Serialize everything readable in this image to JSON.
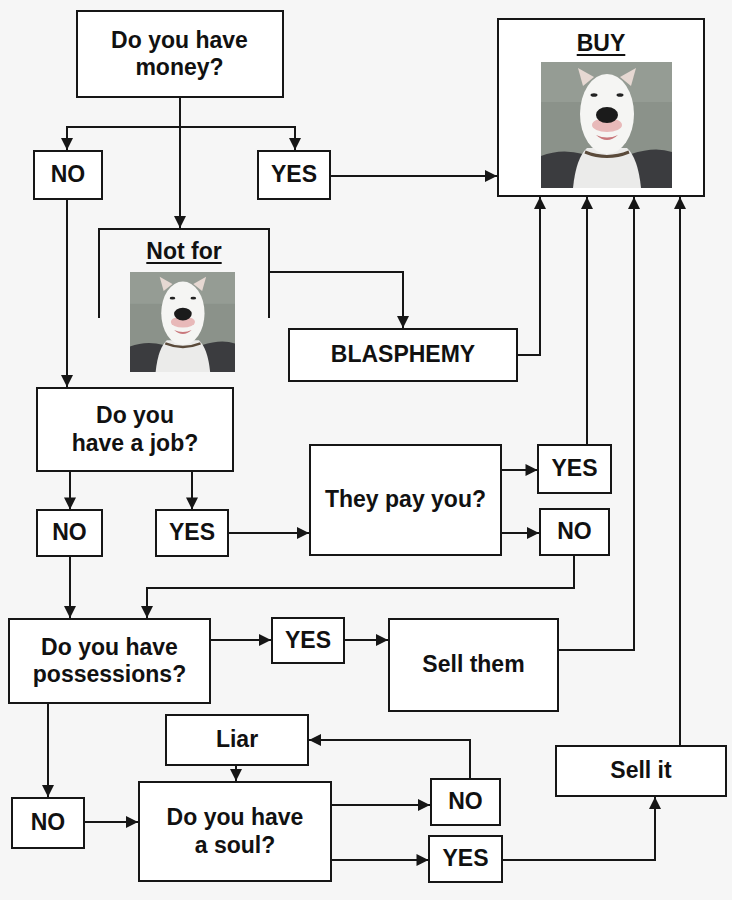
{
  "diagram": {
    "nodes": [
      {
        "text": [
          "Do you have money?"
        ]
      },
      {
        "text": [
          "BUY"
        ]
      },
      {
        "text": [
          "NO"
        ]
      },
      {
        "text": [
          "YES"
        ]
      },
      {
        "text": [
          "Not for"
        ]
      },
      {
        "text": [
          "BLASPHEMY"
        ]
      },
      {
        "text": [
          "Do you have a job?"
        ]
      },
      {
        "text": [
          "NO"
        ]
      },
      {
        "text": [
          "YES"
        ]
      },
      {
        "text": [
          "They pay you?"
        ]
      },
      {
        "text": [
          "YES"
        ]
      },
      {
        "text": [
          "NO"
        ]
      },
      {
        "text": [
          "Do you have possessions?"
        ]
      },
      {
        "text": [
          "YES"
        ]
      },
      {
        "text": [
          "Sell them"
        ]
      },
      {
        "text": [
          "Liar"
        ]
      },
      {
        "text": [
          "Sell it"
        ]
      },
      {
        "text": [
          "NO"
        ]
      },
      {
        "text": [
          "Do you have a soul?"
        ]
      },
      {
        "text": [
          "NO"
        ]
      },
      {
        "text": [
          "YES"
        ]
      }
    ],
    "edges": [
      {
        "from": 0,
        "to": 2,
        "arrow": "to"
      },
      {
        "from": 0,
        "to": 4,
        "arrow": "to"
      },
      {
        "from": 0,
        "to": 3,
        "arrow": "to"
      },
      {
        "from": 3,
        "to": 1,
        "arrow": "to"
      },
      {
        "from": 4,
        "to": 5,
        "arrow": "to"
      },
      {
        "from": 5,
        "to": 1,
        "arrow": "to"
      },
      {
        "from": 2,
        "to": 6,
        "arrow": "to"
      },
      {
        "from": 6,
        "to": 7,
        "arrow": "to"
      },
      {
        "from": 6,
        "to": 8,
        "arrow": "to"
      },
      {
        "from": 8,
        "to": 9,
        "arrow": "to"
      },
      {
        "from": 9,
        "to": 10,
        "arrow": "to"
      },
      {
        "from": 9,
        "to": 11,
        "arrow": "to"
      },
      {
        "from": 10,
        "to": 1,
        "arrow": "to"
      },
      {
        "from": 11,
        "to": 12,
        "arrow": "to"
      },
      {
        "from": 7,
        "to": 12,
        "arrow": "to"
      },
      {
        "from": 12,
        "to": 13,
        "arrow": "to"
      },
      {
        "from": 13,
        "to": 14,
        "arrow": "to"
      },
      {
        "from": 14,
        "to": 1,
        "arrow": "to"
      },
      {
        "from": 12,
        "to": 17,
        "arrow": "to"
      },
      {
        "from": 17,
        "to": 18,
        "arrow": "to"
      },
      {
        "from": 18,
        "to": 19,
        "arrow": "to"
      },
      {
        "from": 18,
        "to": 20,
        "arrow": "to"
      },
      {
        "from": 19,
        "to": 15,
        "arrow": "to"
      },
      {
        "from": 15,
        "to": 18,
        "arrow": "to"
      },
      {
        "from": 20,
        "to": 16,
        "arrow": "to"
      },
      {
        "from": 16,
        "to": 1,
        "arrow": "to"
      }
    ]
  }
}
